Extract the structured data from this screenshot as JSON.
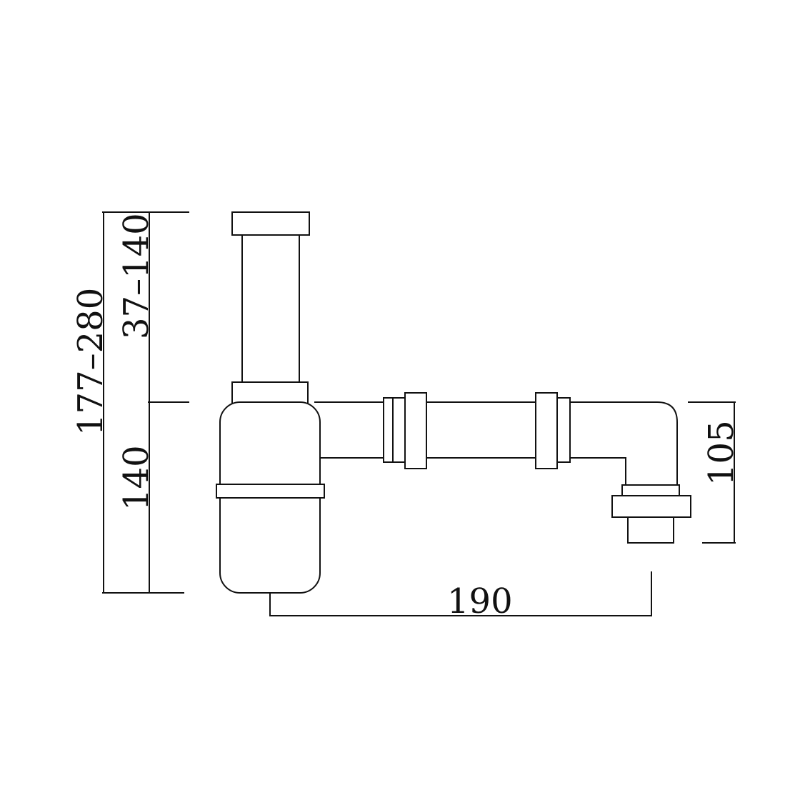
{
  "drawing": {
    "subject": "bottle trap",
    "line_color": "#111111",
    "background": "#ffffff"
  },
  "dimensions": {
    "overall_height": "177–280",
    "tailpiece_height": "37–140",
    "bottle_height": "140",
    "horizontal_length": "190",
    "outlet_height": "105"
  }
}
